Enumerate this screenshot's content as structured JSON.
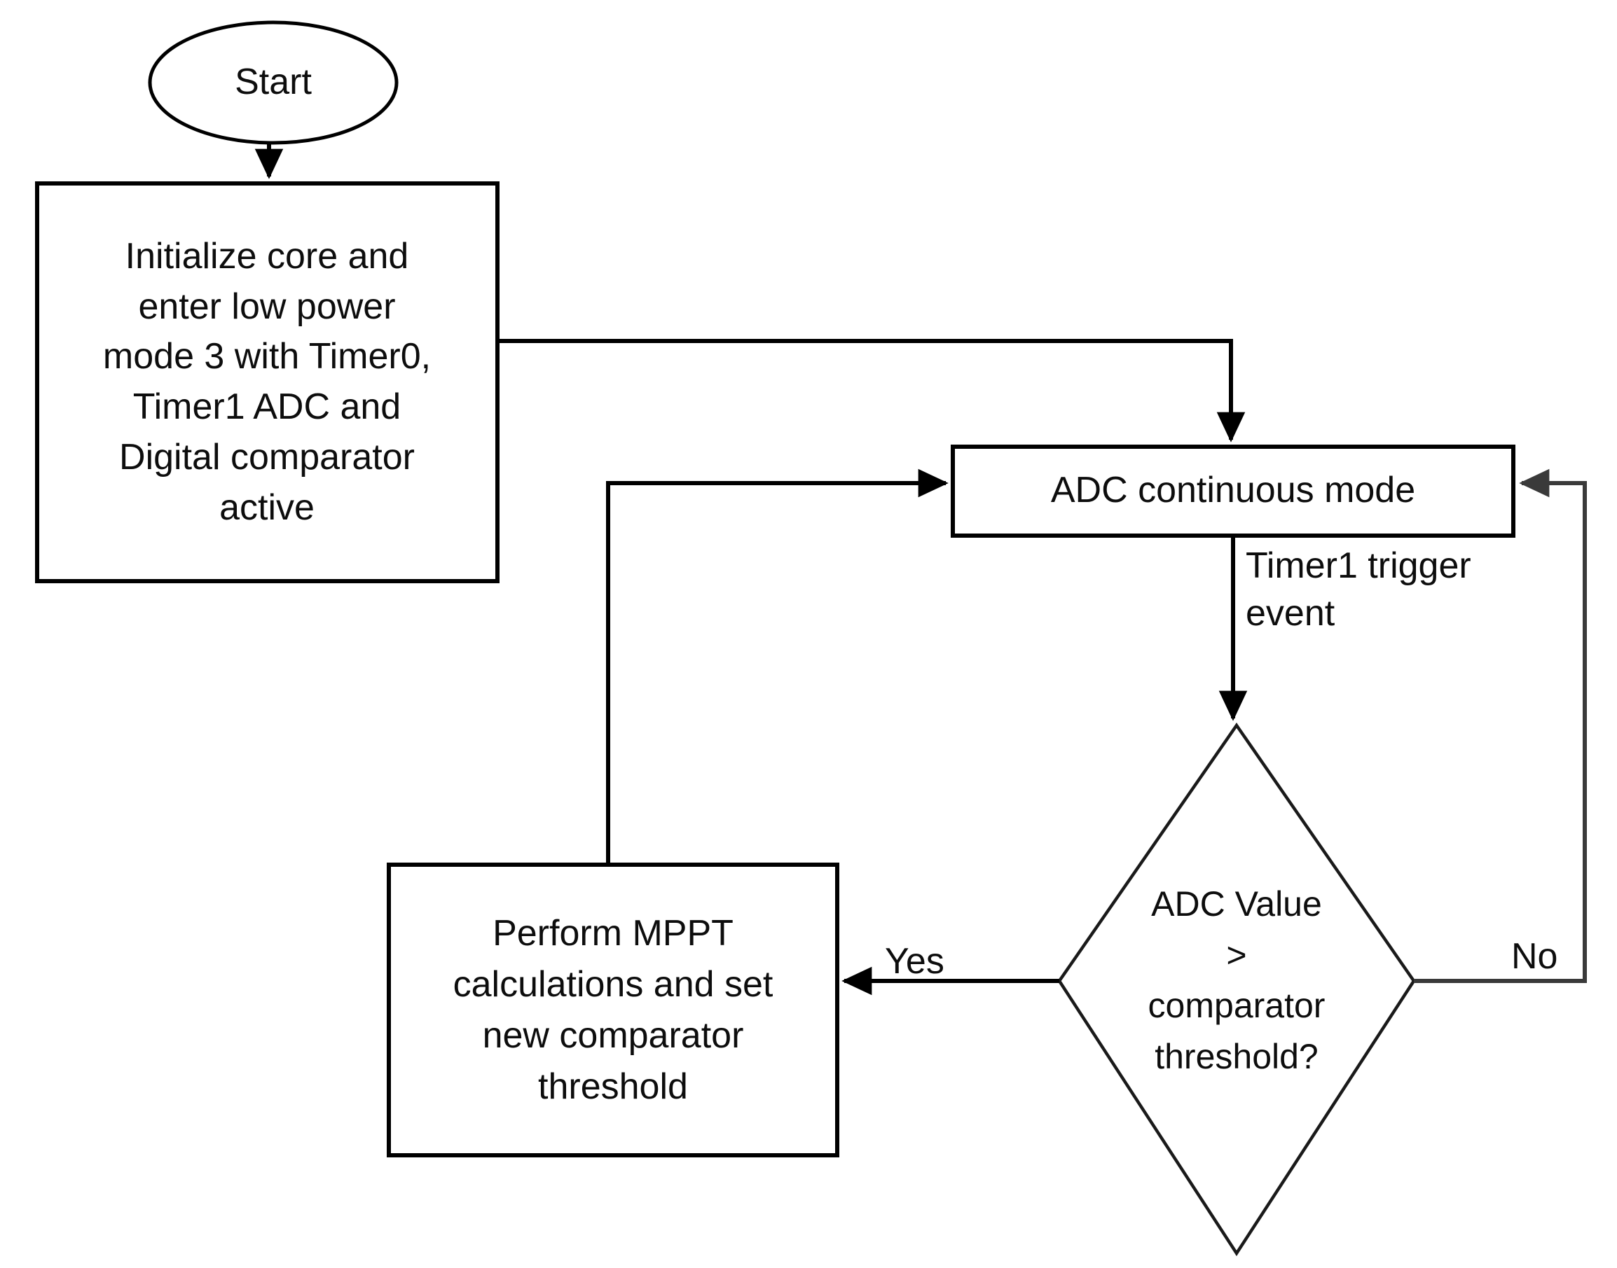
{
  "diagram": {
    "type": "flowchart",
    "title": "MPPT ADC comparator flowchart",
    "background_color": "#ffffff",
    "stroke_color": "#000000",
    "text_color": "#0d0d0d",
    "nodes": {
      "start": {
        "shape": "ellipse",
        "label": "Start"
      },
      "initialize": {
        "shape": "rectangle",
        "label": "Initialize core and\nenter low power\nmode 3 with Timer0,\nTimer1 ADC and\nDigital comparator\nactive"
      },
      "adc_mode": {
        "shape": "rectangle",
        "label": "ADC continuous mode"
      },
      "decision": {
        "shape": "diamond",
        "label": "ADC Value\n>\ncomparator\nthreshold?"
      },
      "mppt": {
        "shape": "rectangle",
        "label": "Perform MPPT\ncalculations and set\nnew comparator\nthreshold"
      }
    },
    "edges": {
      "start_to_initialize": {
        "label": ""
      },
      "initialize_to_adc": {
        "label": ""
      },
      "adc_to_decision": {
        "label": "Timer1 trigger\nevent"
      },
      "decision_yes_to_mppt": {
        "label": "Yes"
      },
      "decision_no_to_adc": {
        "label": "No"
      },
      "mppt_to_adc": {
        "label": ""
      }
    }
  }
}
